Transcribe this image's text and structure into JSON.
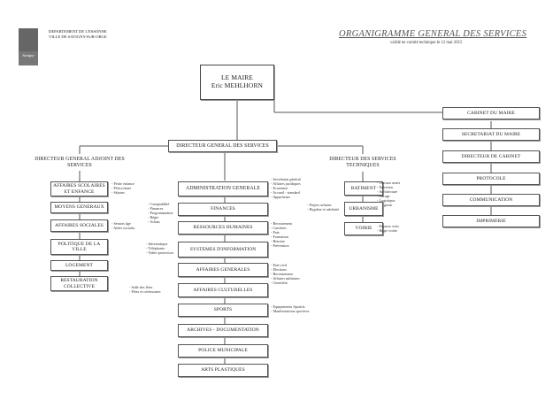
{
  "header": {
    "dept_line1": "DEPARTEMENT DE L'ESSONNE",
    "dept_line2": "VILLE DE SAVIGNY-SUR-ORGE",
    "title": "ORGANIGRAMME GENERAL DES SERVICES",
    "subtitle": "validé en comité technique le 12 mai 2015"
  },
  "maire": {
    "line1": "LE MAIRE",
    "line2": "Eric MEHLHORN"
  },
  "dgs": "DIRECTEUR GENERAL DES SERVICES",
  "cabinet": [
    "CABINET DU MAIRE",
    "SECRETARIAT DU MAIRE",
    "DIRECTEUR DE CABINET",
    "PROTOCOLE",
    "COMMUNICATION",
    "IMPRIMERIE"
  ],
  "dgas": {
    "title": "DIRECTEUR GENERAL ADJOINT DES SERVICES",
    "services": [
      {
        "label": "AFFAIRES SCOLAIRES ET ENFANCE",
        "note": "- Petite enfance\n- Périscolaire\n- Séjours"
      },
      {
        "label": "MOYENS GENERAUX",
        "note": ""
      },
      {
        "label": "AFFAIRES SOCIALES",
        "note": "- Seniors âge\n- Aides sociales"
      },
      {
        "label": "POLITIQUE DE LA VILLE",
        "note": ""
      },
      {
        "label": "LOGEMENT",
        "note": ""
      },
      {
        "label": "RESTAURATION COLLECTIVE",
        "note": ""
      }
    ]
  },
  "admin": {
    "title": "ADMINISTRATION GENERALE",
    "title_note": "- Secrétariat général\n- Affaires juridiques\n- Economie\n- Accueil - standard\n- Appariteurs",
    "services": [
      {
        "label": "FINANCES",
        "note_left": "- Comptabilité\n- Finances\n- Programmation\n- Régie\n- Achats",
        "note_right": ""
      },
      {
        "label": "RESSOURCES HUMAINES",
        "note_left": "",
        "note_right": "- Recrutement\n- Carrières\n- Paie\n- Formation\n- Retraite\n- Prévention"
      },
      {
        "label": "SYSTEMES D'INFORMATION",
        "note_left": "- Informatique\n- Téléphonie\n- Vidéo-protection",
        "note_right": ""
      },
      {
        "label": "AFFAIRES GENERALES",
        "note_left": "",
        "note_right": "- Etat-civil\n- Elections\n- Recensement\n- Affaires militaires\n- Cimetière"
      },
      {
        "label": "AFFAIRES CULTURELLES",
        "note_left": "- Salle des fêtes\n- Fêtes et cérémonies",
        "note_right": ""
      },
      {
        "label": "SPORTS",
        "note_left": "",
        "note_right": "- Equipements Sportifs\n- Manifestations sportives"
      },
      {
        "label": "ARCHIVES - DOCUMENTATION",
        "note_left": "",
        "note_right": ""
      },
      {
        "label": "POLICE MUNICIPALE",
        "note_left": "",
        "note_right": ""
      },
      {
        "label": "ARTS PLASTIQUES",
        "note_left": "",
        "note_right": ""
      }
    ]
  },
  "dst": {
    "title": "DIRECTEUR DES SERVICES TECHNIQUES",
    "services": [
      {
        "label": "BATIMENT",
        "note_left": "",
        "note_right": "- Travaux neufs\n- Entretien\n- Architecture\n- Garage\n- Logistique\n- Magasin"
      },
      {
        "label": "URBANISME",
        "note_left": "- Projets urbains\n- Hygiène et salubrité",
        "note_right": ""
      },
      {
        "label": "VOIRIE",
        "note_left": "",
        "note_right": "- Espaces verts\n- Régie voirie"
      }
    ]
  }
}
